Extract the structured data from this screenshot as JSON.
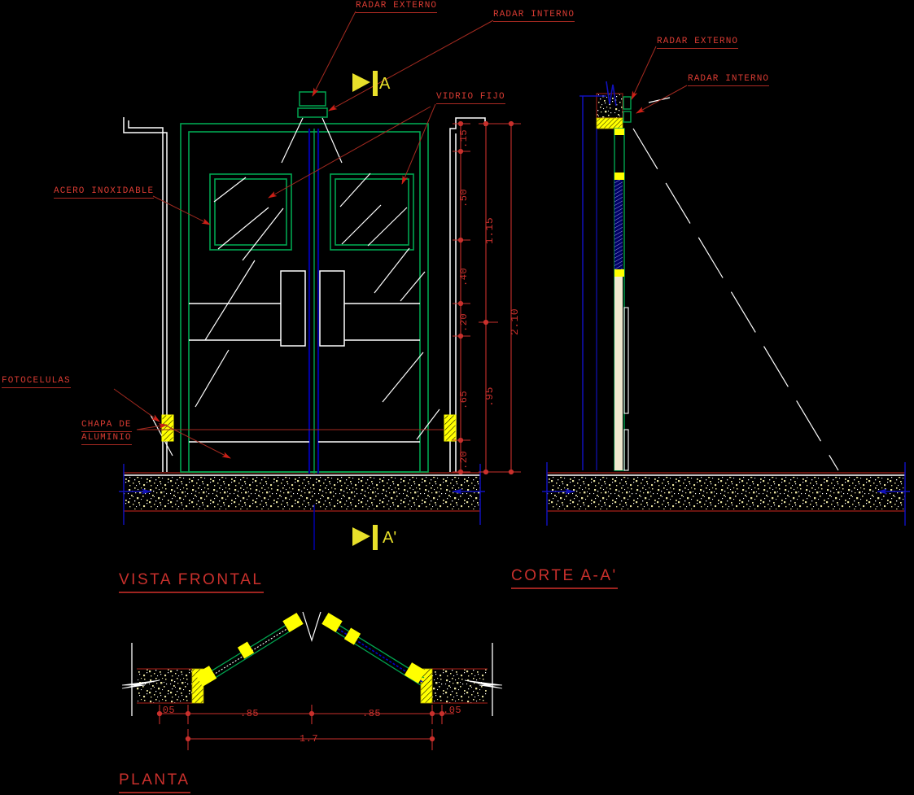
{
  "drawing": {
    "background_color": "#000000",
    "accent_annotation_color": "#d83b32",
    "structure_color": "#00a651",
    "metal_color": "#ffff00",
    "glass_color": "#0000cc",
    "outline_color": "#ffffff"
  },
  "annotations": {
    "radar_externo_front": "RADAR EXTERNO",
    "radar_interno_front": "RADAR INTERNO",
    "vidrio_fijo": "VIDRIO FIJO",
    "acero_inoxidable": "ACERO INOXIDABLE",
    "fotocelulas": "FOTOCELULAS",
    "chapa_de": "CHAPA DE",
    "aluminio": "ALUMINIO",
    "radar_externo_section": "RADAR EXTERNO",
    "radar_interno_section": "RADAR INTERNO"
  },
  "section_markers": {
    "top": "A",
    "bottom": "A'"
  },
  "titles": {
    "vista_frontal": "VISTA FRONTAL",
    "corte_aa": "CORTE A-A'",
    "planta": "PLANTA"
  },
  "dimensions": {
    "front_elevation_inner_chain": [
      ".15",
      ".50",
      ".40",
      ".20",
      ".65",
      ".20"
    ],
    "front_elevation_mid_chain": [
      "1.15",
      ".95"
    ],
    "front_elevation_overall": "2.10",
    "plan_chain": [
      ".05",
      ".85",
      ".85",
      ".05"
    ],
    "plan_overall": "1.7"
  },
  "dim_labels": {
    "d15": ".15",
    "d50": ".50",
    "d40": ".40",
    "d20a": ".20",
    "d65": ".65",
    "d20b": ".20",
    "d115": "1.15",
    "d95": ".95",
    "d210": "2.10",
    "p05a": ".05",
    "p85a": ".85",
    "p85b": ".85",
    "p05b": ".05",
    "p17": "1.7"
  }
}
